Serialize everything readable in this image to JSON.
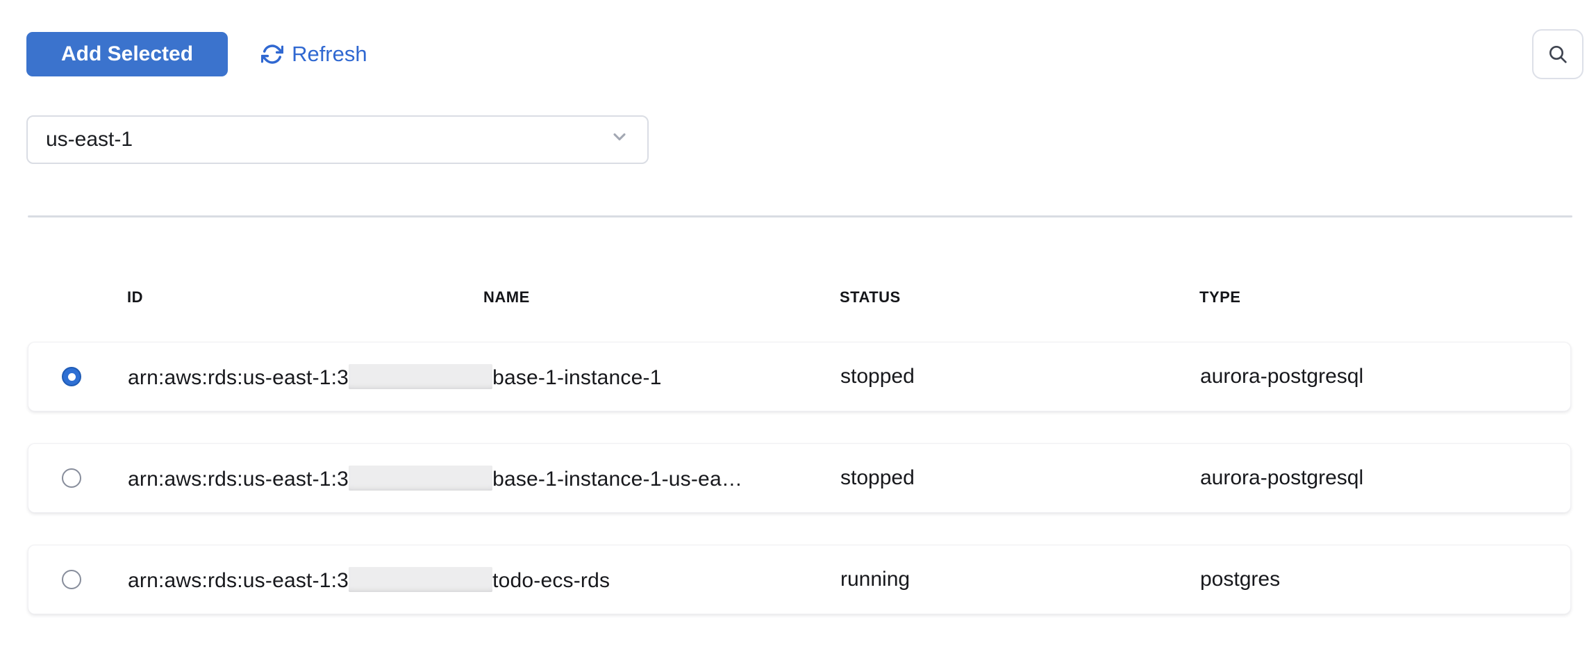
{
  "toolbar": {
    "add_selected_label": "Add Selected",
    "refresh_label": "Refresh",
    "search_icon": "magnifying-glass"
  },
  "region_select": {
    "value": "us-east-1",
    "chevron_icon": "chevron-down"
  },
  "table": {
    "columns": [
      "ID",
      "NAME",
      "STATUS",
      "TYPE"
    ],
    "rows": [
      {
        "selected": true,
        "id_prefix": "arn:aws:rds:us-east-1:3",
        "id_redacted": "blurred-account-id",
        "id_suffix": "base-1-instance-1",
        "name": "",
        "status": "stopped",
        "type": "aurora-postgresql"
      },
      {
        "selected": false,
        "id_prefix": "arn:aws:rds:us-east-1:3",
        "id_redacted": "blurred-account-id",
        "id_suffix": "base-1-instance-1-us-ea…",
        "name": "",
        "status": "stopped",
        "type": "aurora-postgresql"
      },
      {
        "selected": false,
        "id_prefix": "arn:aws:rds:us-east-1:3",
        "id_redacted": "blurred-account-id",
        "id_suffix": "todo-ecs-rds",
        "name": "",
        "status": "running",
        "type": "postgres"
      }
    ]
  },
  "colors": {
    "accent_blue": "#3b73cd",
    "refresh_blue": "#3068d1",
    "radio_selected_blue": "#2e6fd3",
    "divider_gray": "#d9dce3",
    "text_dark": "#17181c"
  }
}
